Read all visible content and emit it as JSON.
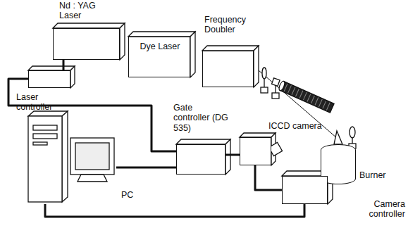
{
  "diagram": {
    "nodes": [
      {
        "text": [
          "Nd : YAG Laser"
        ]
      },
      {
        "text": [
          "Dye Laser"
        ]
      },
      {
        "text": [
          "Frequency Doubler"
        ]
      },
      {
        "text": [
          "Laser controller"
        ]
      },
      {
        "text": [
          "Gate controller (DG 535)"
        ]
      },
      {
        "text": [
          "ICCD camera"
        ]
      },
      {
        "text": [
          "Burner"
        ]
      },
      {
        "text": [
          "PC"
        ]
      },
      {
        "text": [
          "Camera controller"
        ]
      }
    ],
    "edges": [
      {
        "from": 0,
        "to": 3,
        "arrow": "none"
      },
      {
        "from": 3,
        "to": 4,
        "arrow": "none"
      },
      {
        "from": 7,
        "to": 4,
        "arrow": "none"
      },
      {
        "from": 4,
        "to": 5,
        "arrow": "none"
      },
      {
        "from": 5,
        "to": 8,
        "arrow": "none"
      },
      {
        "from": 7,
        "to": 8,
        "arrow": "none"
      }
    ]
  }
}
